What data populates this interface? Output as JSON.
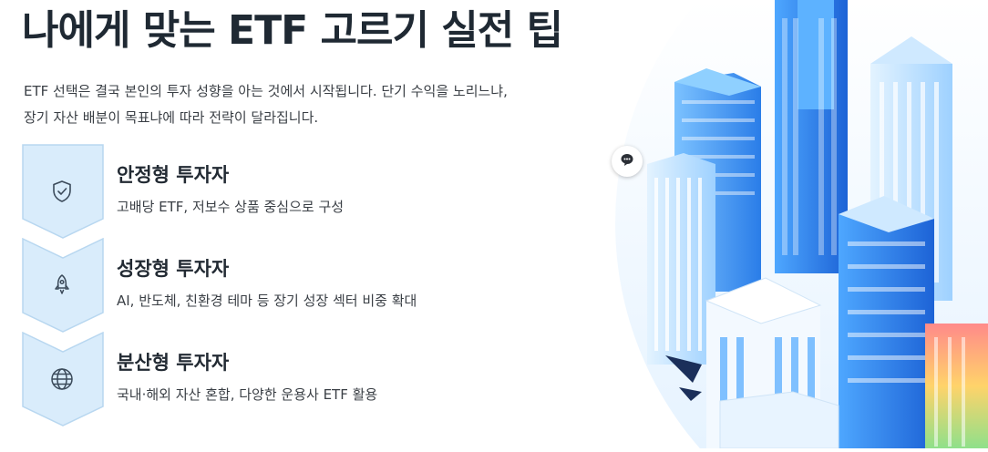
{
  "heading": "나에게 맞는 ETF 고르기 실전 팁",
  "description": {
    "line1": "ETF 선택은 결국 본인의 투자 성향을 아는 것에서 시작됩니다. 단기 수익을 노리느냐,",
    "line2": "장기 자산 배분이 목표냐에 따라 전략이 달라집니다."
  },
  "items": [
    {
      "title": "안정형 투자자",
      "desc": "고배당 ETF, 저보수 상품 중심으로 구성",
      "icon": "shield-check-icon"
    },
    {
      "title": "성장형 투자자",
      "desc": "AI, 반도체, 친환경 테마 등 장기 성장 섹터 비중 확대",
      "icon": "rocket-icon"
    },
    {
      "title": "분산형 투자자",
      "desc": "국내·해외 자산 혼합, 다양한 운용사 ETF 활용",
      "icon": "globe-icon"
    }
  ],
  "colors": {
    "heading": "#1f2933",
    "chevron_fill": "#d9ecfb",
    "chevron_stroke": "#b8d7f0",
    "icon": "#3b4a5a",
    "building_blue": "#2f8cf0",
    "sky_light": "#bfe3ff"
  },
  "illustration": {
    "alt": "city-skyline-illustration",
    "chat_icon": "chat-bubble-icon"
  }
}
